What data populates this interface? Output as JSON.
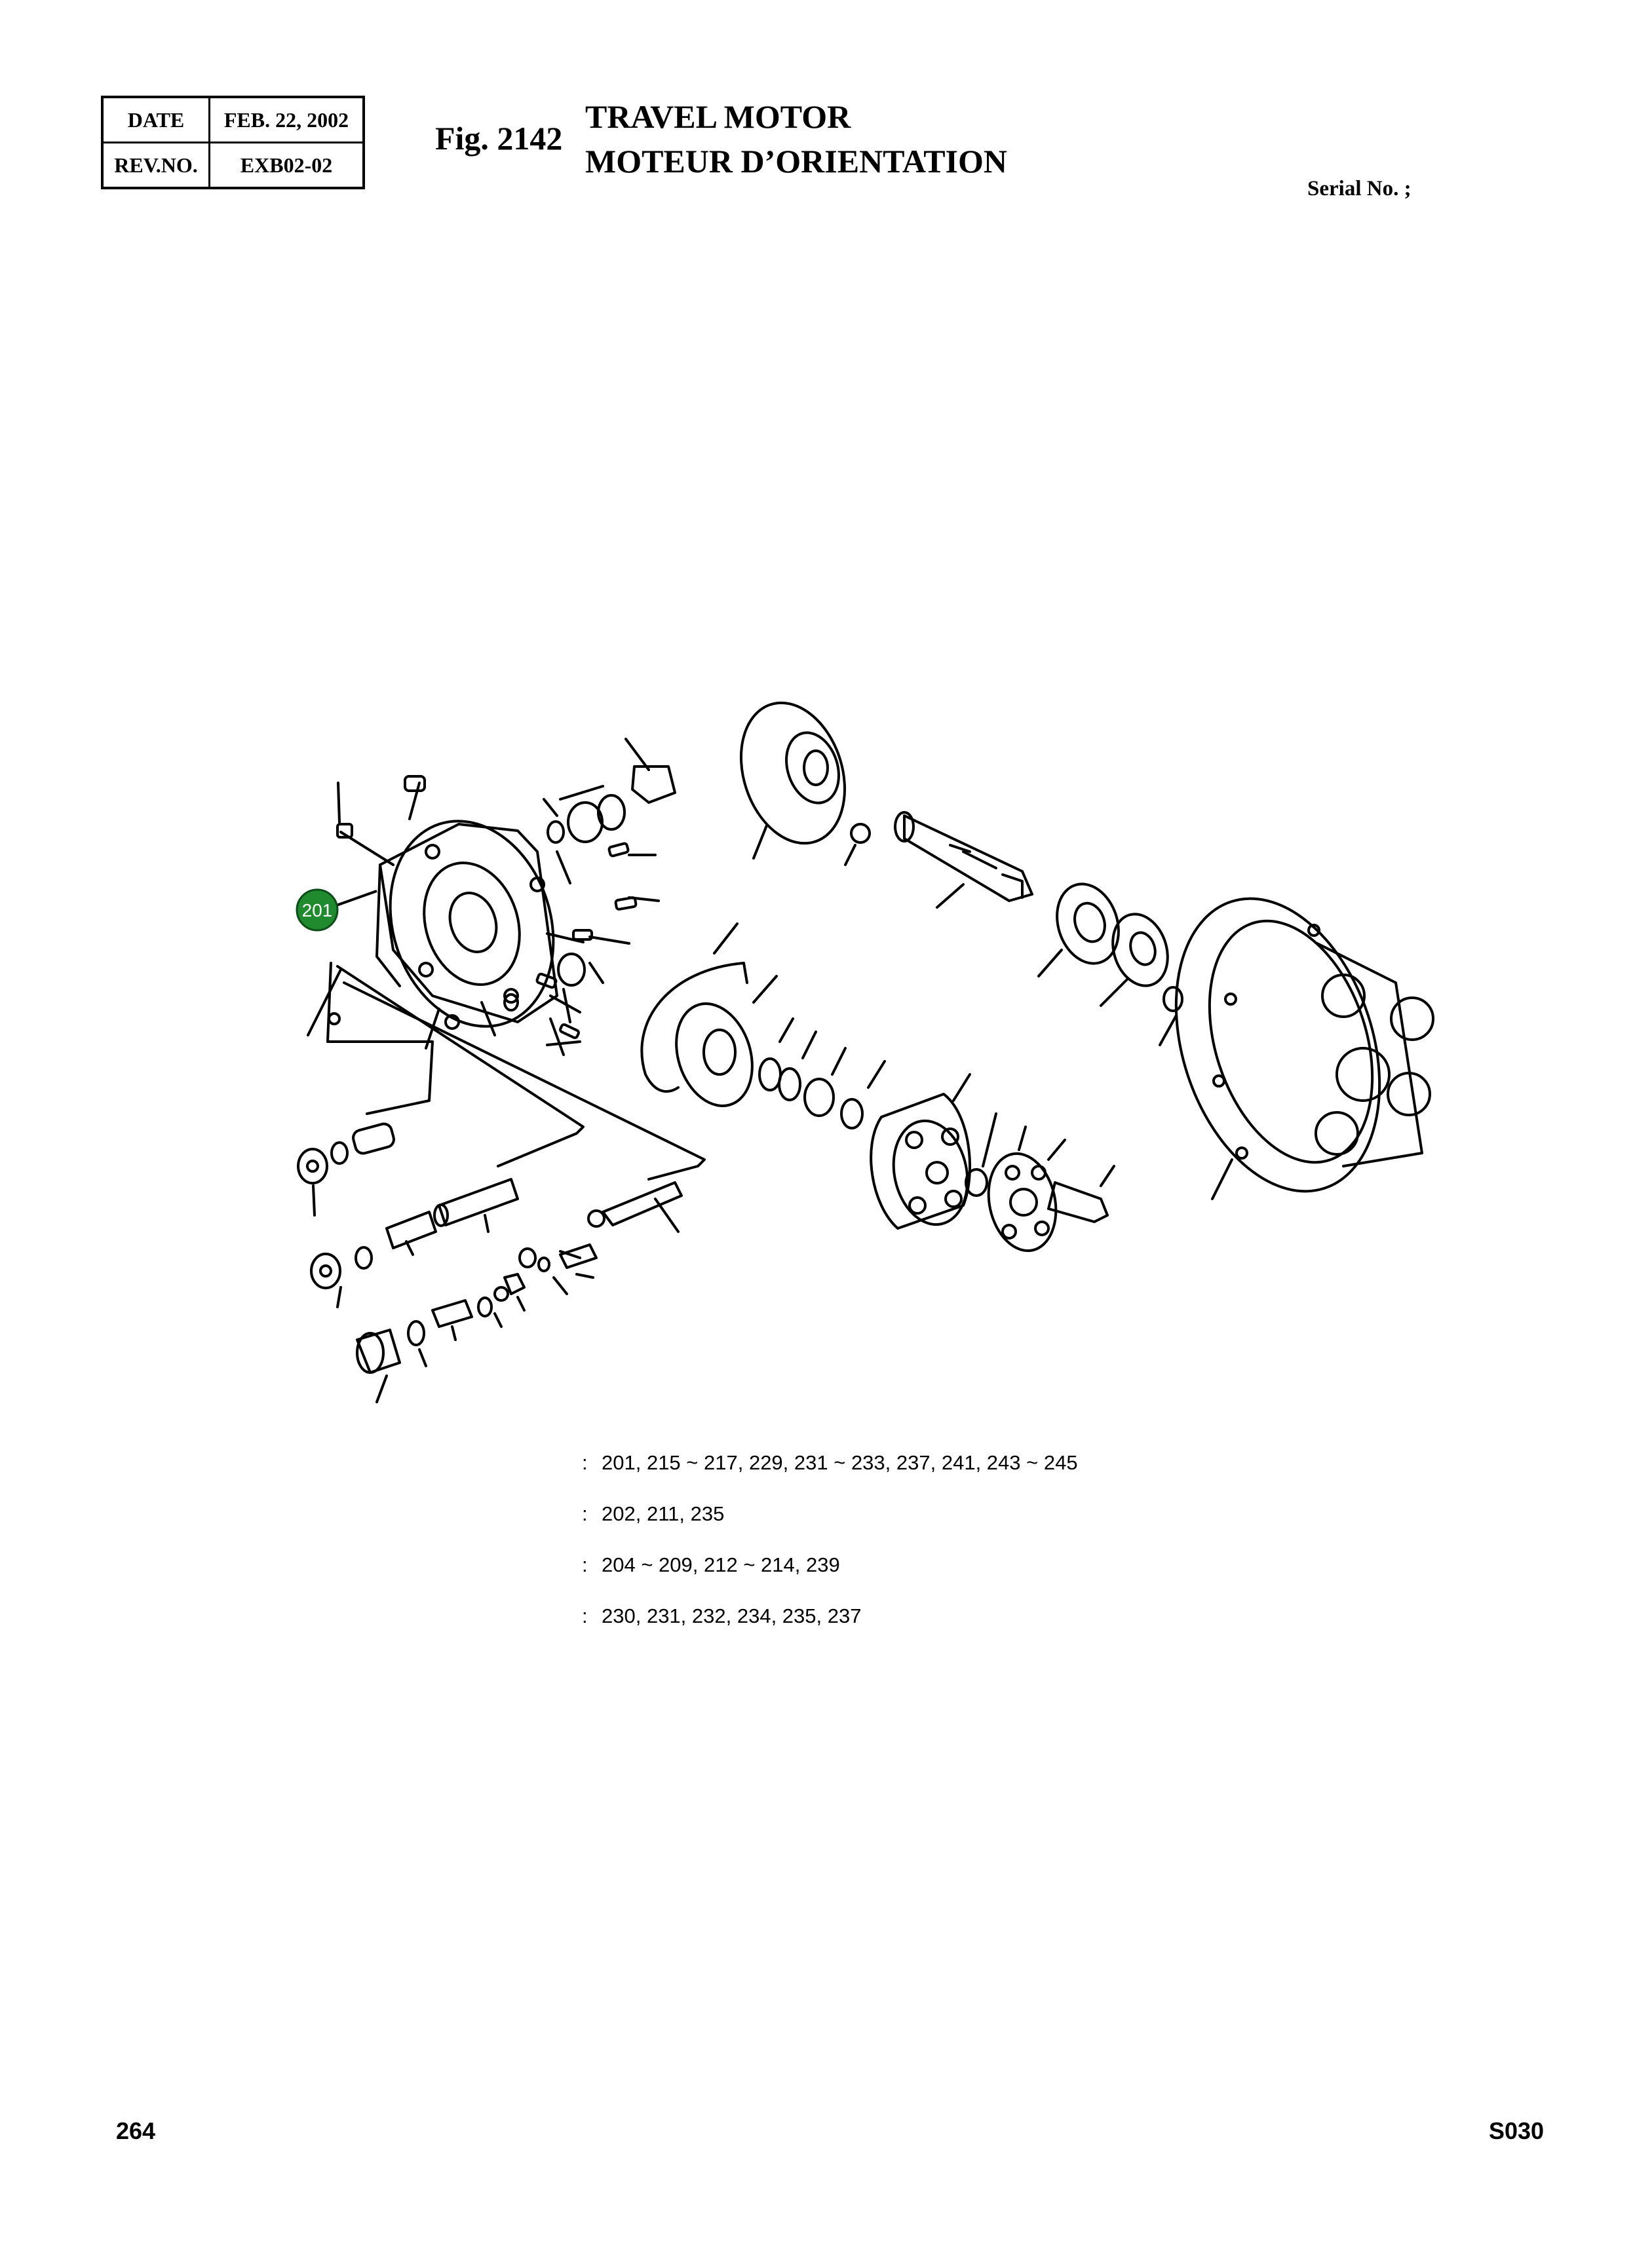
{
  "header": {
    "date_label": "DATE",
    "date_value": "FEB. 22, 2002",
    "rev_label": "REV.NO.",
    "rev_value": "EXB02-02"
  },
  "figure": {
    "number": "Fig. 2142",
    "title_en": "TRAVEL MOTOR",
    "title_fr": "MOTEUR D’ORIENTATION",
    "serial": "Serial No. ;"
  },
  "callouts": [
    {
      "label": "201",
      "color": "#1f8a2e"
    }
  ],
  "legend": [
    {
      "sep": ":",
      "parts": "201, 215 ~ 217, 229, 231 ~ 233, 237, 241, 243 ~ 245"
    },
    {
      "sep": ":",
      "parts": "202, 211, 235"
    },
    {
      "sep": ":",
      "parts": "204 ~ 209, 212 ~ 214, 239"
    },
    {
      "sep": ":",
      "parts": "230, 231, 232, 234, 235, 237"
    }
  ],
  "footer": {
    "page": "264",
    "code": "S030"
  }
}
